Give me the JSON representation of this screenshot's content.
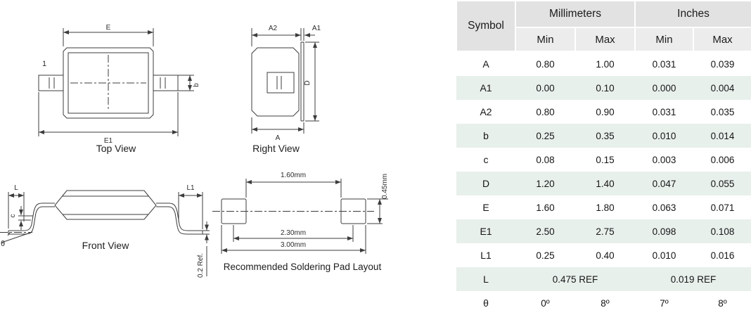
{
  "drawings": {
    "top_view": {
      "title": "Top View",
      "pin1_label": "1",
      "dim_E": "E",
      "dim_E1": "E1",
      "dim_b": "b"
    },
    "right_view": {
      "title": "Right View",
      "dim_A2": "A2",
      "dim_A1": "A1",
      "dim_D": "D",
      "dim_A": "A"
    },
    "front_view": {
      "title": "Front View",
      "dim_L": "L",
      "dim_L1": "L1",
      "dim_c": "c",
      "dim_theta": "θ",
      "dim_ref": "0.2 Ref."
    },
    "pad_layout": {
      "title": "Recommended Soldering Pad Layout",
      "dim_inner": "1.60mm",
      "dim_center": "2.30mm",
      "dim_outer": "3.00mm",
      "dim_pad_height": "0.45mm"
    }
  },
  "table": {
    "header": {
      "symbol": "Symbol",
      "millimeters": "Millimeters",
      "inches": "Inches",
      "min": "Min",
      "max": "Max"
    },
    "rows": [
      {
        "symbol": "A",
        "mm_min": "0.80",
        "mm_max": "1.00",
        "in_min": "0.031",
        "in_max": "0.039"
      },
      {
        "symbol": "A1",
        "mm_min": "0.00",
        "mm_max": "0.10",
        "in_min": "0.000",
        "in_max": "0.004"
      },
      {
        "symbol": "A2",
        "mm_min": "0.80",
        "mm_max": "0.90",
        "in_min": "0.031",
        "in_max": "0.035"
      },
      {
        "symbol": "b",
        "mm_min": "0.25",
        "mm_max": "0.35",
        "in_min": "0.010",
        "in_max": "0.014"
      },
      {
        "symbol": "c",
        "mm_min": "0.08",
        "mm_max": "0.15",
        "in_min": "0.003",
        "in_max": "0.006"
      },
      {
        "symbol": "D",
        "mm_min": "1.20",
        "mm_max": "1.40",
        "in_min": "0.047",
        "in_max": "0.055"
      },
      {
        "symbol": "E",
        "mm_min": "1.60",
        "mm_max": "1.80",
        "in_min": "0.063",
        "in_max": "0.071"
      },
      {
        "symbol": "E1",
        "mm_min": "2.50",
        "mm_max": "2.75",
        "in_min": "0.098",
        "in_max": "0.108"
      },
      {
        "symbol": "L1",
        "mm_min": "0.25",
        "mm_max": "0.40",
        "in_min": "0.010",
        "in_max": "0.016"
      },
      {
        "symbol": "L",
        "mm_ref": "0.475 REF",
        "in_ref": "0.019 REF"
      },
      {
        "symbol": "θ",
        "mm_min": "0º",
        "mm_max": "8º",
        "in_min": "7º",
        "in_max": "8º"
      }
    ],
    "colors": {
      "header_bg": "#e2e2e2",
      "subheader_bg": "#ececec",
      "stripe_bg": "#e8f0ec"
    }
  }
}
